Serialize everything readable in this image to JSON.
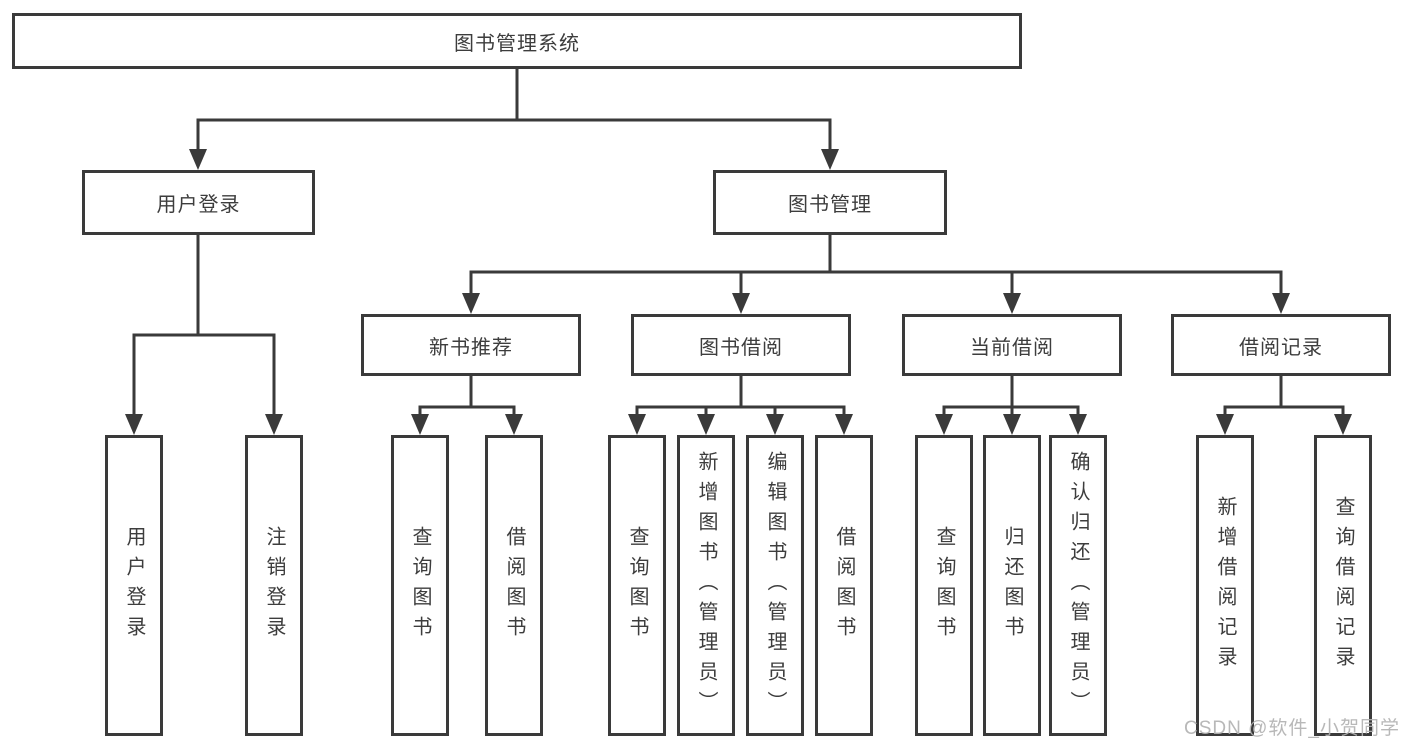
{
  "colors": {
    "line": "#3a3a3a",
    "box_border": "#3a3a3a",
    "text": "#3d3d3d",
    "watermark": "#b2b2b2",
    "background": "#ffffff"
  },
  "watermark": "CSDN @软件_小贺同学",
  "diagram": {
    "root": {
      "label": "图书管理系统"
    },
    "branches": [
      {
        "label": "用户登录",
        "children": [
          {
            "label": "用户登录"
          },
          {
            "label": "注销登录"
          }
        ]
      },
      {
        "label": "图书管理",
        "children": [
          {
            "label": "新书推荐",
            "children": [
              {
                "label": "查询图书"
              },
              {
                "label": "借阅图书"
              }
            ]
          },
          {
            "label": "图书借阅",
            "children": [
              {
                "label": "查询图书"
              },
              {
                "label": "新增图书（管理员）"
              },
              {
                "label": "编辑图书（管理员）"
              },
              {
                "label": "借阅图书"
              }
            ]
          },
          {
            "label": "当前借阅",
            "children": [
              {
                "label": "查询图书"
              },
              {
                "label": "归还图书"
              },
              {
                "label": "确认归还（管理员）"
              }
            ]
          },
          {
            "label": "借阅记录",
            "children": [
              {
                "label": "新增借阅记录"
              },
              {
                "label": "查询借阅记录"
              }
            ]
          }
        ]
      }
    ]
  }
}
